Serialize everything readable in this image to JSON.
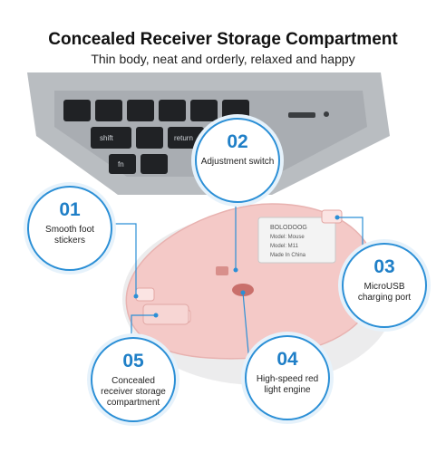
{
  "header": {
    "title": "Concealed Receiver Storage Compartment",
    "subtitle": "Thin body, neat and orderly, relaxed and happy"
  },
  "laptop_keys": {
    "shift": "shift",
    "return": "return",
    "fn": "fn"
  },
  "mouse_label": {
    "line1": "BOLODOOG",
    "line2": "Model: Mouse",
    "line3": "Model: M11",
    "line4": "Made In China"
  },
  "callouts": [
    {
      "number": "01",
      "label": "Smooth foot stickers"
    },
    {
      "number": "02",
      "label": "Adjustment switch"
    },
    {
      "number": "03",
      "label": "MicroUSB charging port"
    },
    {
      "number": "04",
      "label": "High-speed red light engine"
    },
    {
      "number": "05",
      "label": "Concealed receiver storage compartment"
    }
  ],
  "colors": {
    "accent": "#2b8fd6",
    "mouse_pink": "#f4c9c7",
    "laptop_silver": "#b7bbbf"
  }
}
